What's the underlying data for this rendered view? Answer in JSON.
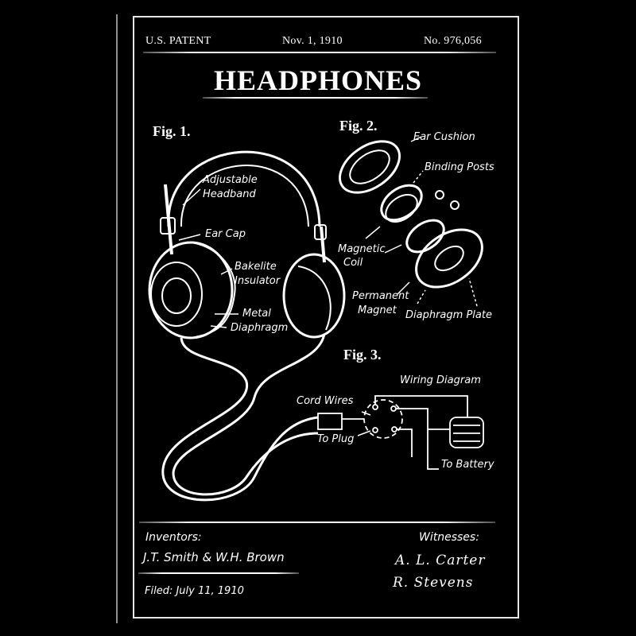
{
  "header": {
    "left": "U.S. PATENT",
    "center": "Nov. 1, 1910",
    "right": "No. 976,056"
  },
  "title": "HEADPHONES",
  "figures": {
    "fig1": {
      "label": "Fig. 1.",
      "parts": [
        "Adjustable",
        "Headband",
        "Ear Cap",
        "Bakelite",
        "Insulator",
        "Metal",
        "Diaphragm"
      ]
    },
    "fig2": {
      "label": "Fig. 2.",
      "parts": [
        "Ear Cushion",
        "Binding Posts",
        "Magnetic",
        "Coil",
        "Permanent",
        "Magnet",
        "Diaphragm Plate"
      ]
    },
    "fig3": {
      "label": "Fig. 3.",
      "parts": [
        "Wiring Diagram",
        "Cord Wires",
        "To Plug",
        "To Battery"
      ]
    }
  },
  "footer": {
    "inventors_label": "Inventors:",
    "inventors": "J.T. Smith & W.H. Brown",
    "filed": "Filed: July 11, 1910",
    "witnesses_label": "Witnesses:",
    "witness1": "A. L. Carter",
    "witness2": "R. Stevens"
  },
  "colors": {
    "background": "#000000",
    "ink": "#ffffff"
  }
}
